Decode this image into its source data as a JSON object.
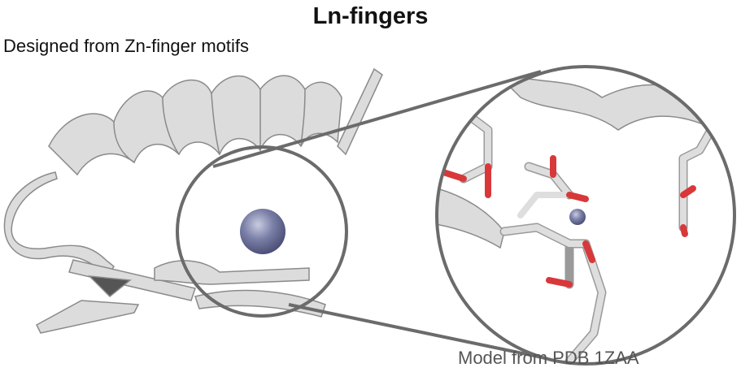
{
  "title": "Ln-fingers",
  "subtitle": "Designed from Zn-finger motifs",
  "caption": "Model from PDB 1ZAA",
  "colors": {
    "ribbon": "#d8d8d8",
    "ribbon_shadow": "#9a9a9a",
    "metal_ion": "#7b80a8",
    "oxygen": "#d8383a",
    "outline": "#6b6b6b"
  }
}
